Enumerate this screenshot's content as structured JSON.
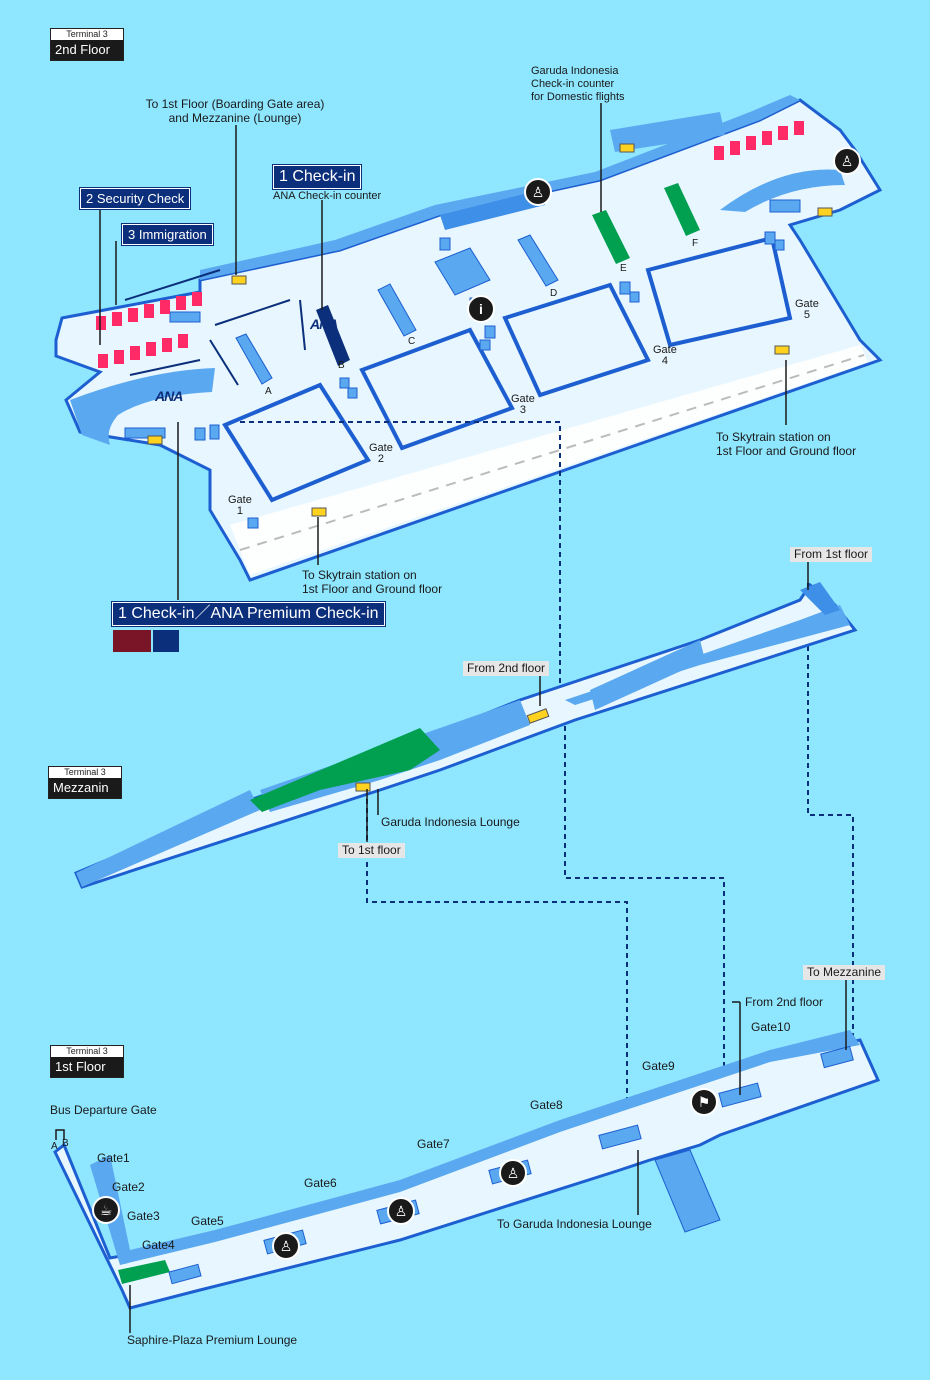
{
  "floors": {
    "second": {
      "terminal": "Terminal 3",
      "name": "2nd Floor"
    },
    "mezzanine": {
      "terminal": "Terminal 3",
      "name": "Mezzanin"
    },
    "first": {
      "terminal": "Terminal 3",
      "name": "1st Floor"
    }
  },
  "steps": {
    "checkin": "1 Check-in",
    "security": "2 Security Check",
    "immigration": "3 Immigration",
    "checkin_premium": "1 Check-in／ANA Premium Check-in"
  },
  "second_floor_labels": {
    "to_first_boarding": "To 1st Floor (Boarding Gate area)",
    "and_mezzanine": "and Mezzanine (Lounge)",
    "ana_counter": "ANA Check-in counter",
    "garuda_1": "Garuda Indonesia",
    "garuda_2": "Check-in counter",
    "garuda_3": "for Domestic flights",
    "skytrain_right_1": "To Skytrain station on",
    "skytrain_right_2": "1st Floor and Ground floor",
    "skytrain_left_1": "To Skytrain station on",
    "skytrain_left_2": "1st Floor and Ground floor",
    "ana_logo": "ANA",
    "info": "i"
  },
  "counters": [
    "A",
    "B",
    "C",
    "D",
    "E",
    "F"
  ],
  "gates_2f": [
    {
      "name": "Gate",
      "num": "1"
    },
    {
      "name": "Gate",
      "num": "2"
    },
    {
      "name": "Gate",
      "num": "3"
    },
    {
      "name": "Gate",
      "num": "4"
    },
    {
      "name": "Gate",
      "num": "5"
    }
  ],
  "mezzanine_labels": {
    "from_first": "From 1st floor",
    "from_second": "From 2nd floor",
    "garuda_lounge": "Garuda Indonesia Lounge",
    "to_first": "To 1st floor"
  },
  "first_floor_labels": {
    "bus_gate": "Bus Departure Gate",
    "bus_a": "A",
    "bus_b": "B",
    "to_mezzanine": "To Mezzanine",
    "from_second": "From 2nd floor",
    "to_garuda": "To Garuda Indonesia Lounge",
    "saphire": "Saphire-Plaza Premium Lounge"
  },
  "gates_1f": [
    "Gate1",
    "Gate2",
    "Gate3",
    "Gate4",
    "Gate5",
    "Gate6",
    "Gate7",
    "Gate8",
    "Gate9",
    "Gate10"
  ],
  "colors": {
    "background": "#8ee6ff",
    "floor": "#e8f7ff",
    "wall": "#3d8fe8",
    "wall_dark": "#1d5fd0",
    "counter": "#5aa8f0",
    "security": "#ff2a66",
    "green": "#00a050",
    "navy": "#0b2f7a"
  }
}
